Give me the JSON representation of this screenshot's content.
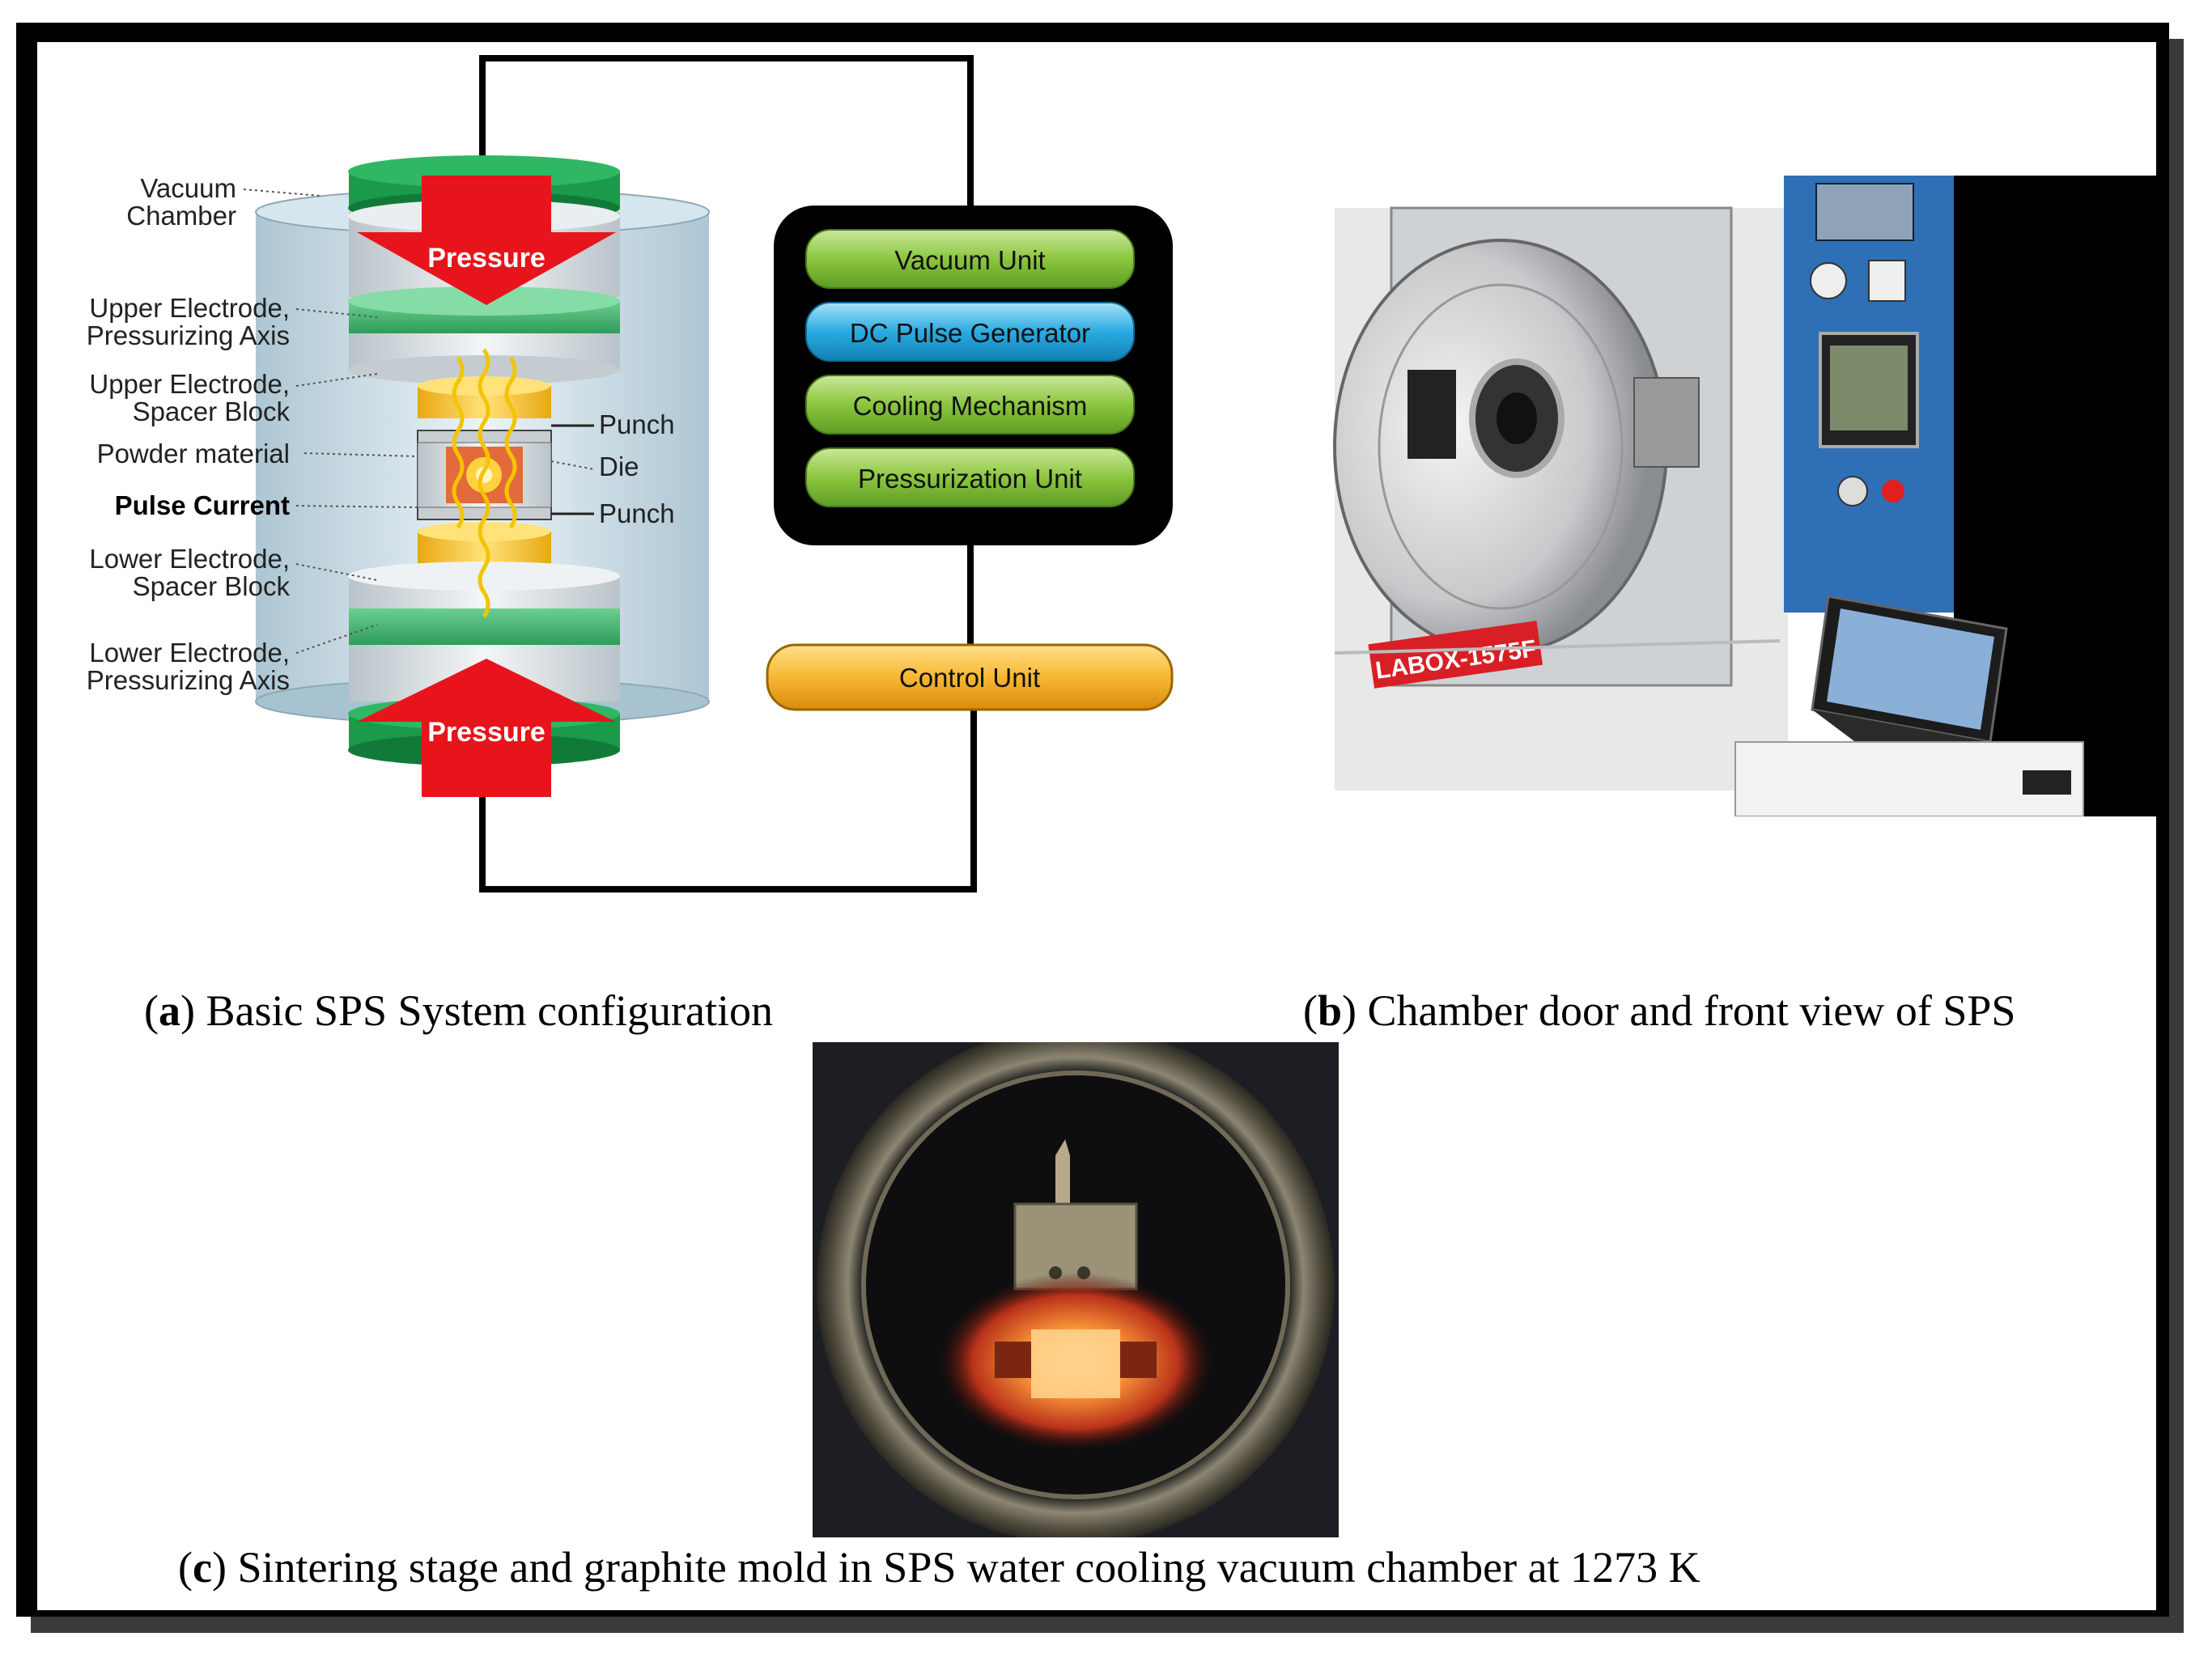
{
  "diagram": {
    "pressure_top": "Pressure",
    "pressure_bottom": "Pressure",
    "labels": {
      "vacuum_chamber": "Vacuum\nChamber",
      "upper_electrode_axis": "Upper Electrode,\nPressurizing Axis",
      "upper_electrode_spacer": "Upper Electrode,\nSpacer Block",
      "powder_material": "Powder material",
      "pulse_current": "Pulse Current",
      "lower_electrode_spacer": "Lower Electrode,\nSpacer Block",
      "lower_electrode_axis": "Lower Electrode,\nPressurizing Axis",
      "punch_top": "Punch",
      "die": "Die",
      "punch_bottom": "Punch"
    },
    "units": [
      "Vacuum Unit",
      "DC Pulse Generator",
      "Cooling Mechanism",
      "Pressurization Unit"
    ],
    "control_unit": "Control Unit"
  },
  "photo_b": {
    "brand_label": "LABOX-1575F"
  },
  "captions": {
    "a_letter": "a",
    "a_text": "Basic SPS System configuration",
    "b_letter": "b",
    "b_text": "Chamber door and front view of SPS",
    "c_letter": "c",
    "c_text": "Sintering stage and graphite mold in SPS water cooling vacuum chamber at 1273 K"
  },
  "colors": {
    "green_disc": "#1a9a4a",
    "pressure_red": "#e8141b",
    "unit_green": "#8cc63f",
    "unit_blue": "#29abe2",
    "control_orange": "#f7b733",
    "chamber_blue": "#b9d3e0",
    "panel_blue": "#2f6fb6"
  }
}
